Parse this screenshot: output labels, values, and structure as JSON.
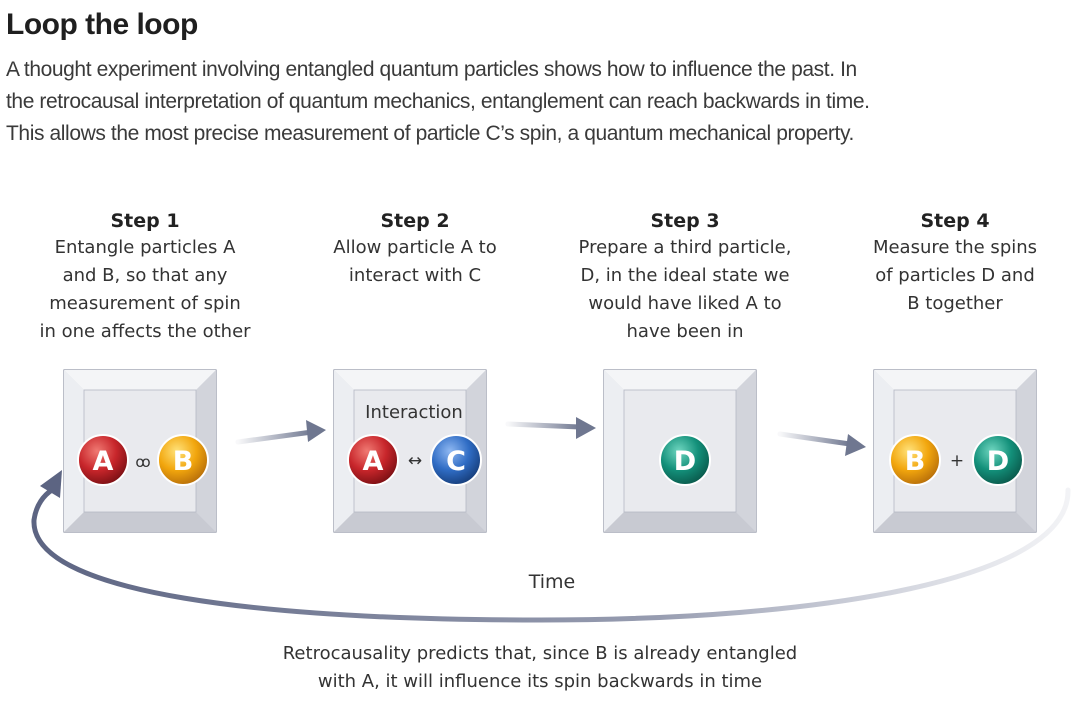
{
  "title": "Loop the loop",
  "intro": [
    "A thought experiment involving entangled quantum particles shows how to influence the past. In",
    "the retrocausal interpretation of quantum mechanics, entanglement can reach backwards in time.",
    "This allows the most precise measurement of particle C’s spin, a quantum mechanical property."
  ],
  "steps": [
    {
      "title": "Step 1",
      "lines": [
        "Entangle particles A",
        "and B, so that any",
        "measurement of spin",
        "in one affects the other"
      ]
    },
    {
      "title": "Step 2",
      "lines": [
        "Allow particle A to",
        "interact with C"
      ]
    },
    {
      "title": "Step 3",
      "lines": [
        "Prepare a third particle,",
        "D, in the ideal state we",
        "would have liked A to",
        "have been in"
      ]
    },
    {
      "title": "Step 4",
      "lines": [
        "Measure the spins",
        "of particles D and",
        "B together"
      ]
    }
  ],
  "box2_label": "Interaction",
  "particles": {
    "a": "A",
    "b": "B",
    "c": "C",
    "d": "D"
  },
  "symbols": {
    "entangle": "ꝏ",
    "interact": "↔",
    "plus": "+"
  },
  "time_label": "Time",
  "footer": [
    "Retrocausality predicts that, since B is already entangled",
    "with A, it will influence its spin backwards in time"
  ],
  "colors": {
    "particle_a": "#c8262b",
    "particle_b": "#f2a60d",
    "particle_c": "#2f6cc4",
    "particle_d": "#13907a",
    "arrow": "#6f7790",
    "box_face": "#e9eaee"
  }
}
